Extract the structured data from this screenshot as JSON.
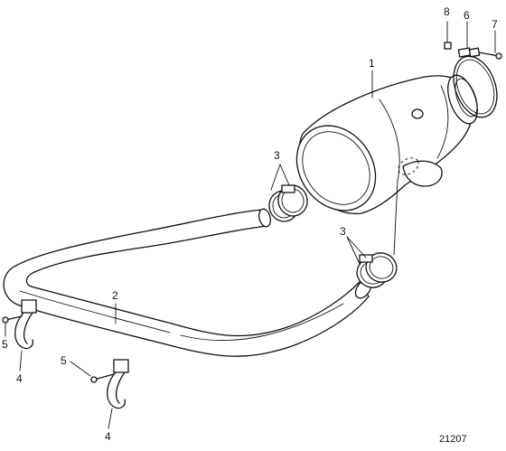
{
  "drawing": {
    "reference_number": "21207",
    "callouts": [
      {
        "id": "part-1",
        "label": "1"
      },
      {
        "id": "part-2",
        "label": "2"
      },
      {
        "id": "part-3a",
        "label": "3"
      },
      {
        "id": "part-3b",
        "label": "3"
      },
      {
        "id": "part-4a",
        "label": "4"
      },
      {
        "id": "part-4b",
        "label": "4"
      },
      {
        "id": "part-5a",
        "label": "5"
      },
      {
        "id": "part-5b",
        "label": "5"
      },
      {
        "id": "part-6",
        "label": "6"
      },
      {
        "id": "part-7",
        "label": "7"
      },
      {
        "id": "part-8",
        "label": "8"
      }
    ]
  }
}
